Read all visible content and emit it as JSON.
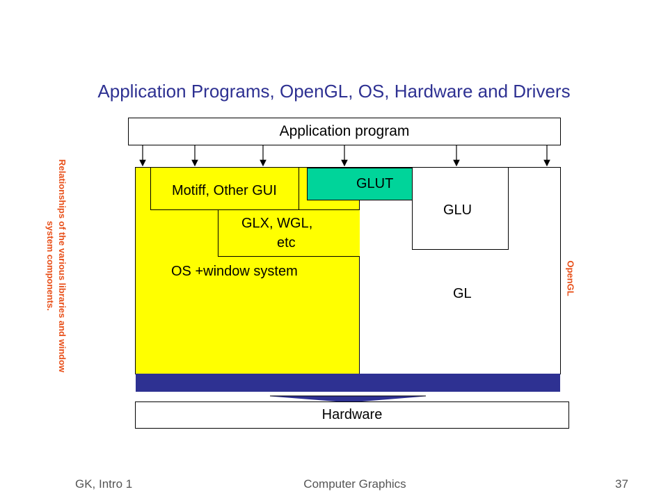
{
  "slide": {
    "title": "Application Programs, OpenGL, OS, Hardware and Drivers"
  },
  "diagram": {
    "application_program": "Application program",
    "motif": "Motiff, Other GUI",
    "glut": "GLUT",
    "glx_line1": "GLX, WGL,",
    "glx_line2": "etc",
    "glu": "GLU",
    "os_window_system": "OS +window system",
    "gl": "GL",
    "hardware": "Hardware",
    "side_caption_left": "Relationships of the various libraries and window system components.",
    "side_caption_right": "OpenGL"
  },
  "colors": {
    "title": "#2e3192",
    "os_fill": "#ffff00",
    "glut_fill": "#00d49a",
    "driver_bar": "#2e3192",
    "side_caption": "#e8501a"
  },
  "footer": {
    "left": "GK, Intro 1",
    "center": "Computer Graphics",
    "right": "37"
  }
}
